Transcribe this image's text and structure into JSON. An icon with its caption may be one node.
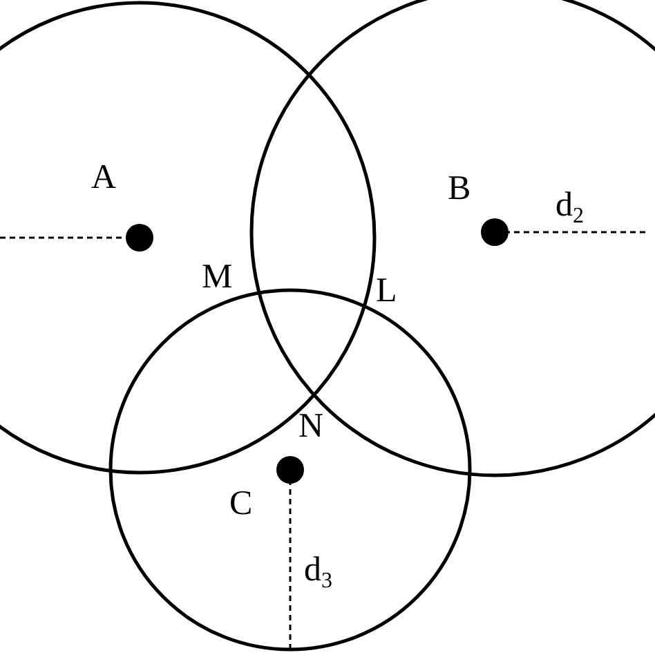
{
  "diagram": {
    "labels": [
      "A",
      "B",
      "d$_{2}$",
      "M",
      "L",
      "N",
      "C",
      "d$_{3}$"
    ]
  }
}
